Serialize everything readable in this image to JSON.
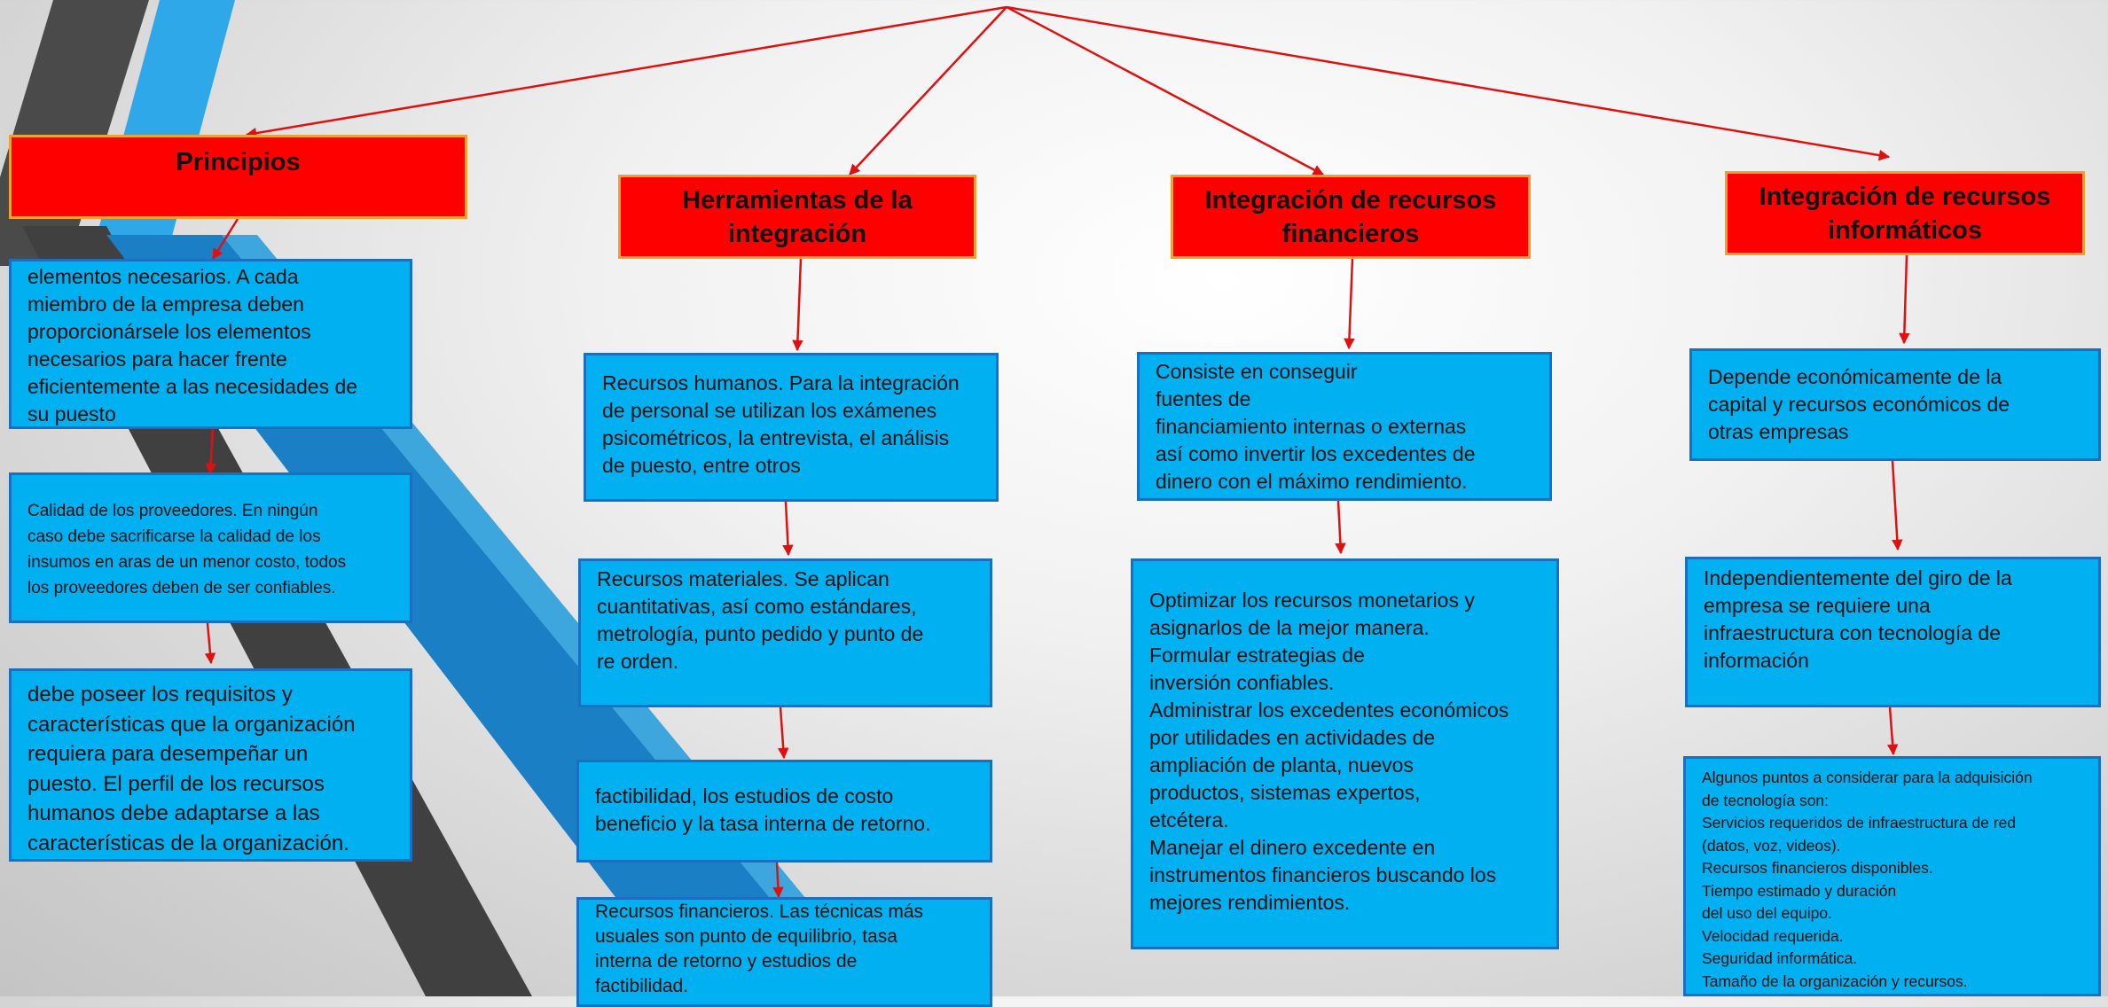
{
  "columns": [
    {
      "title": "Principios",
      "boxes": [
        "elementos necesarios. A cada\nmiembro de la empresa     deben\nproporcionársele los elementos\nnecesarios para hacer        frente\neficientemente a las necesidades de\nsu puesto",
        "Calidad de los proveedores. En ningún\ncaso debe sacrificarse la calidad de los\ninsumos en aras de un menor costo, todos\nlos proveedores deben de ser confiables.",
        "debe poseer los requisitos y\ncaracterísticas que la organización\nrequiera para desempeñar un\npuesto. El perfil de los recursos\nhumanos debe adaptarse a las\ncaracterísticas de la organización."
      ]
    },
    {
      "title": "Herramientas de la\nintegración",
      "boxes": [
        "Recursos humanos. Para la integración\nde personal se utilizan los exámenes\npsicométricos, la entrevista, el análisis\nde puesto, entre otros",
        "Recursos materiales. Se aplican\ncuantitativas, así como estándares,\nmetrología, punto pedido y punto de\nre orden.",
        "factibilidad, los estudios de costo\nbeneficio y la tasa interna de retorno.",
        "Recursos financieros. Las técnicas más\nusuales son punto de equilibrio, tasa\ninterna de retorno y estudios de\nfactibilidad."
      ]
    },
    {
      "title": "Integración de recursos\nfinancieros",
      "boxes": [
        "Consiste en conseguir\nfuentes  de\nfinanciamiento internas     o externas\nasí como invertir los excedentes de\ndinero con  el   máximo rendimiento.",
        "Optimizar los recursos monetarios y\nasignarlos de la mejor manera.\nFormular estrategias de\ninversión confiables.\nAdministrar los excedentes económicos\npor utilidades en actividades de\nampliación de planta, nuevos\nproductos,           sistemas expertos,\netcétera.\nManejar el           dinero excedente en\ninstrumentos financieros buscando los\nmejores rendimientos."
      ]
    },
    {
      "title": "Integración de recursos\ninformáticos",
      "boxes": [
        "Depende económicamente de la\ncapital y recursos económicos de\notras empresas",
        "Independientemente del giro de la\nempresa se          requiere  una\ninfraestructura con tecnología de\ninformación",
        "Algunos puntos a considerar para la adquisición\nde tecnología son:\nServicios requeridos de infraestructura de red\n(datos, voz, videos).\nRecursos financieros disponibles.\nTiempo estimado y duración\ndel uso del equipo.\nVelocidad requerida.\nSeguridad informática.\nTamaño de la organización y recursos."
      ]
    }
  ],
  "colors": {
    "title_fill": "#ff0000",
    "title_border": "#f0a030",
    "box_fill": "#00b0f0",
    "box_border": "#1a70c0",
    "connector": "#e01010"
  }
}
